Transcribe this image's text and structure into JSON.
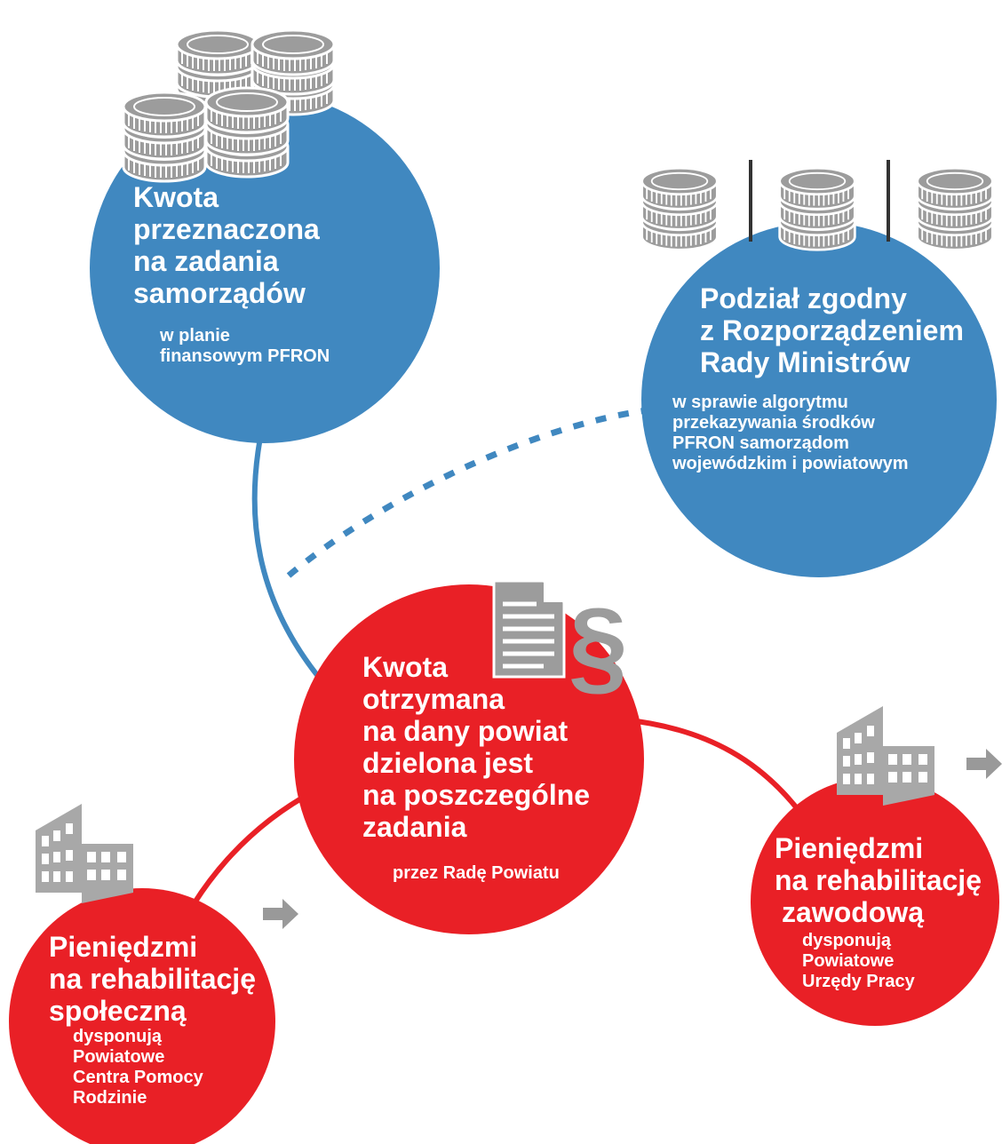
{
  "colors": {
    "blue": "#4088C0",
    "red": "#E92026",
    "coin": "#9C9C9C",
    "building": "#A8A8A8",
    "arrow": "#999999",
    "divider": "#333333"
  },
  "icons": [
    "coins-stack-icon",
    "coins-divided-icon",
    "document-paragraph-icon",
    "building-icon",
    "arrow-right-icon"
  ],
  "nodes": {
    "top_left": {
      "title": [
        "Kwota",
        "przeznaczona",
        "na zadania",
        "samorządów"
      ],
      "subtitle": [
        "w planie",
        "finansowym PFRON"
      ]
    },
    "top_right": {
      "title": [
        "Podział zgodny",
        "z Rozporządzeniem",
        "Rady Ministrów"
      ],
      "subtitle": [
        "w sprawie algorytmu",
        "przekazywania środków",
        "PFRON samorządom",
        "wojewódzkim i powiatowym"
      ]
    },
    "center": {
      "title": [
        "Kwota",
        "otrzymana",
        "na dany powiat",
        "dzielona jest",
        "na poszczególne",
        "zadania"
      ],
      "subtitle": [
        "przez Radę Powiatu"
      ]
    },
    "bottom_left": {
      "title": [
        "Pieniędzmi",
        "na rehabilitację",
        "społeczną"
      ],
      "subtitle": [
        "dysponują",
        "Powiatowe",
        "Centra Pomocy",
        "Rodzinie"
      ]
    },
    "bottom_right": {
      "title": [
        "Pieniędzmi",
        "na rehabilitację",
        "zawodową"
      ],
      "subtitle": [
        "dysponują",
        "Powiatowe",
        "Urzędy Pracy"
      ]
    }
  }
}
